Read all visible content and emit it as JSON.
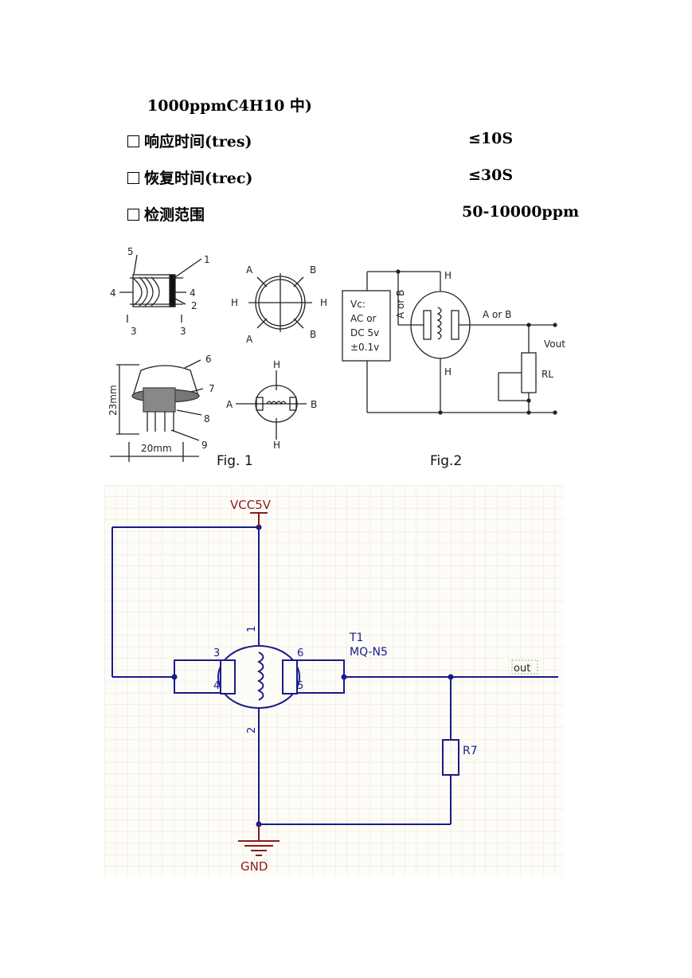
{
  "specs": {
    "line0": "1000ppmC4H10 中)",
    "rows": [
      {
        "label": "响应时间(tres)",
        "value": "≤10S"
      },
      {
        "label": "恢复时间(trec)",
        "value": "≤30S"
      },
      {
        "label": "检测范围",
        "value": "50-10000ppm"
      }
    ]
  },
  "fig1": {
    "caption": "Fig. 1",
    "dim_height": "23mm",
    "dim_width": "20mm",
    "callouts": [
      "1",
      "2",
      "3",
      "3",
      "4",
      "4",
      "5",
      "6",
      "7",
      "8",
      "9"
    ],
    "pins": {
      "a": "A",
      "b": "B",
      "h": "H"
    }
  },
  "fig2": {
    "caption": "Fig.2",
    "supply": [
      "Vc:",
      "AC or",
      "DC 5v",
      "±0.1v"
    ],
    "a_or_b_vertical": "A or B",
    "a_or_b": "A or B",
    "h": "H",
    "vout": "Vout",
    "rl": "RL"
  },
  "schematic": {
    "vcc": "VCC5V",
    "gnd": "GND",
    "part_ref": "T1",
    "part_model": "MQ-N5",
    "resistor": "R7",
    "net_out": "out",
    "pins": [
      "1",
      "2",
      "3",
      "4",
      "5",
      "6"
    ],
    "colors": {
      "wire": "#1a1a8c",
      "power": "#8b1a1a",
      "grid_bg": "#fdfcf7",
      "grid": "#e9e5da"
    }
  }
}
